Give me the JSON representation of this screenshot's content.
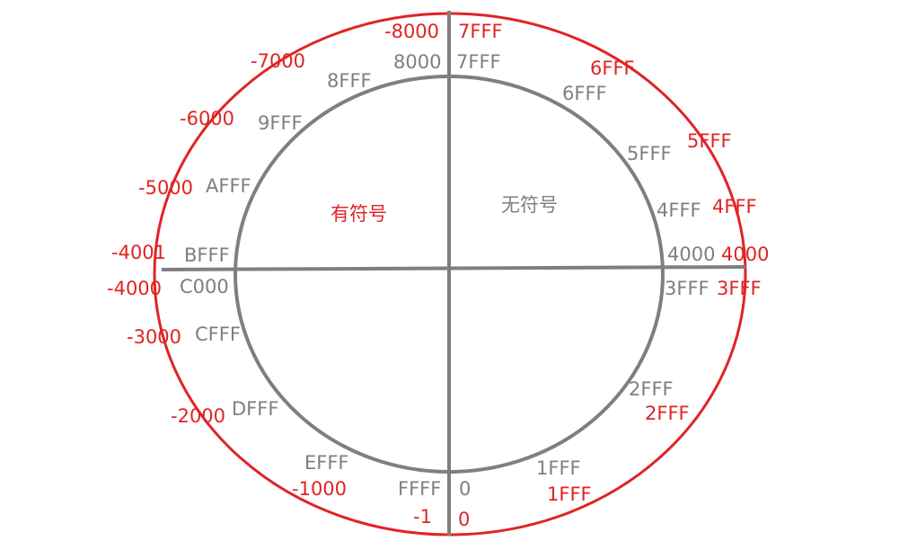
{
  "center_labels": {
    "signed": "有符号",
    "unsigned": "无符号"
  },
  "inner_labels": {
    "top_left": "8000",
    "top_right": "7FFF",
    "r1": "6FFF",
    "r2": "5FFF",
    "r3": "4FFF",
    "right_upper": "4000",
    "right_lower": "3FFF",
    "r4": "2FFF",
    "r5": "1FFF",
    "bottom_right": "0",
    "bottom_left": "FFFF",
    "l1": "EFFF",
    "l2": "DFFF",
    "l3": "CFFF",
    "left_lower": "C000",
    "left_upper": "BFFF",
    "l4": "AFFF",
    "l5": "9FFF",
    "l6": "8FFF"
  },
  "outer_labels": {
    "top_left": "-8000",
    "top_right": "7FFF",
    "r1": "6FFF",
    "r2": "5FFF",
    "r3": "4FFF",
    "right_upper": "4000",
    "right_lower": "3FFF",
    "r4": "2FFF",
    "r5": "1FFF",
    "bottom_right": "0",
    "bottom_left": "-1",
    "l1": "-1000",
    "l2": "-2000",
    "l3": "-3000",
    "left_lower": "-4000",
    "left_upper": "-4001",
    "l4": "-5000",
    "l5": "-6000",
    "l6": "-7000"
  },
  "colors": {
    "inner": "#7f7f7f",
    "outer": "#e02424"
  }
}
